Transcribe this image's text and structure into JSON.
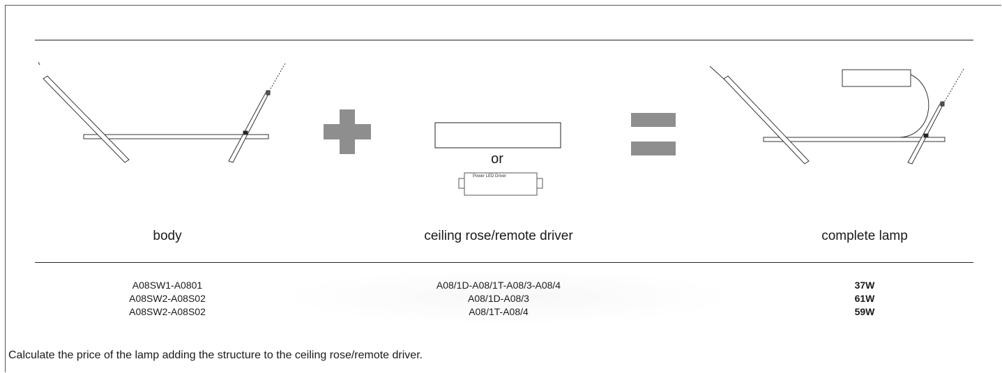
{
  "driver_label": "Power LED Driver",
  "or_label": "or",
  "captions": {
    "body": "body",
    "driver": "ceiling rose/remote driver",
    "complete": "complete lamp"
  },
  "table": {
    "body_codes": [
      "A08SW1-A0801",
      "A08SW2-A08S02",
      "A08SW2-A08S02"
    ],
    "driver_codes": [
      "A08/1D-A08/1T-A08/3-A08/4",
      "A08/1D-A08/3",
      "A08/1T-A08/4"
    ],
    "wattages": [
      "37W",
      "61W",
      "59W"
    ]
  },
  "footer_note": "Calculate the price of the lamp adding the structure to the ceiling rose/remote driver."
}
